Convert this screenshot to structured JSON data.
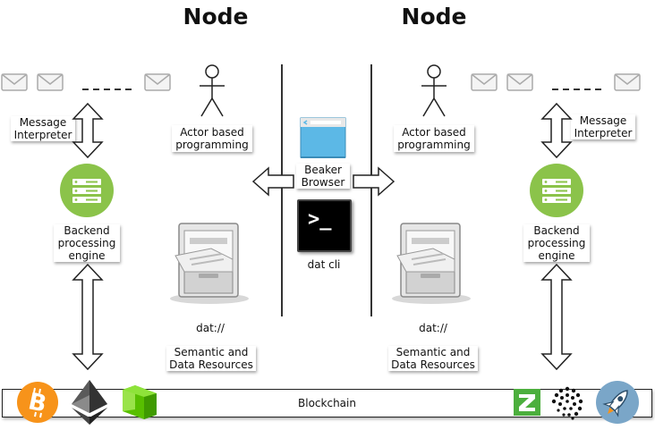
{
  "left_node": {
    "title": "Node",
    "message_interpreter": [
      "Message",
      "Interpreter"
    ],
    "actor": [
      "Actor based",
      "programming"
    ],
    "engine": [
      "Backend",
      "processing",
      "engine"
    ],
    "dat_protocol": "dat://",
    "resources": [
      "Semantic and",
      "Data Resources"
    ]
  },
  "right_node": {
    "title": "Node",
    "message_interpreter": [
      "Message",
      "Interpreter"
    ],
    "actor": [
      "Actor based",
      "programming"
    ],
    "engine": [
      "Backend",
      "processing",
      "engine"
    ],
    "dat_protocol": "dat://",
    "resources": [
      "Semantic and",
      "Data Resources"
    ]
  },
  "center": {
    "browser": [
      "Beaker",
      "Browser"
    ],
    "cli_prompt": ">_",
    "cli_label": "dat cli"
  },
  "blockchain": {
    "label": "Blockchain",
    "left_coins": [
      "bitcoin-icon",
      "ethereum-icon",
      "neo-icon"
    ],
    "right_coins": [
      "zcash-icon",
      "iota-icon",
      "stellar-icon"
    ]
  },
  "colors": {
    "server_green": "#8bc34a",
    "bitcoin": "#f7931a",
    "neo": "#58bf00",
    "stellar": "#7aa6c8",
    "browser_blue": "#5cb8e6"
  }
}
